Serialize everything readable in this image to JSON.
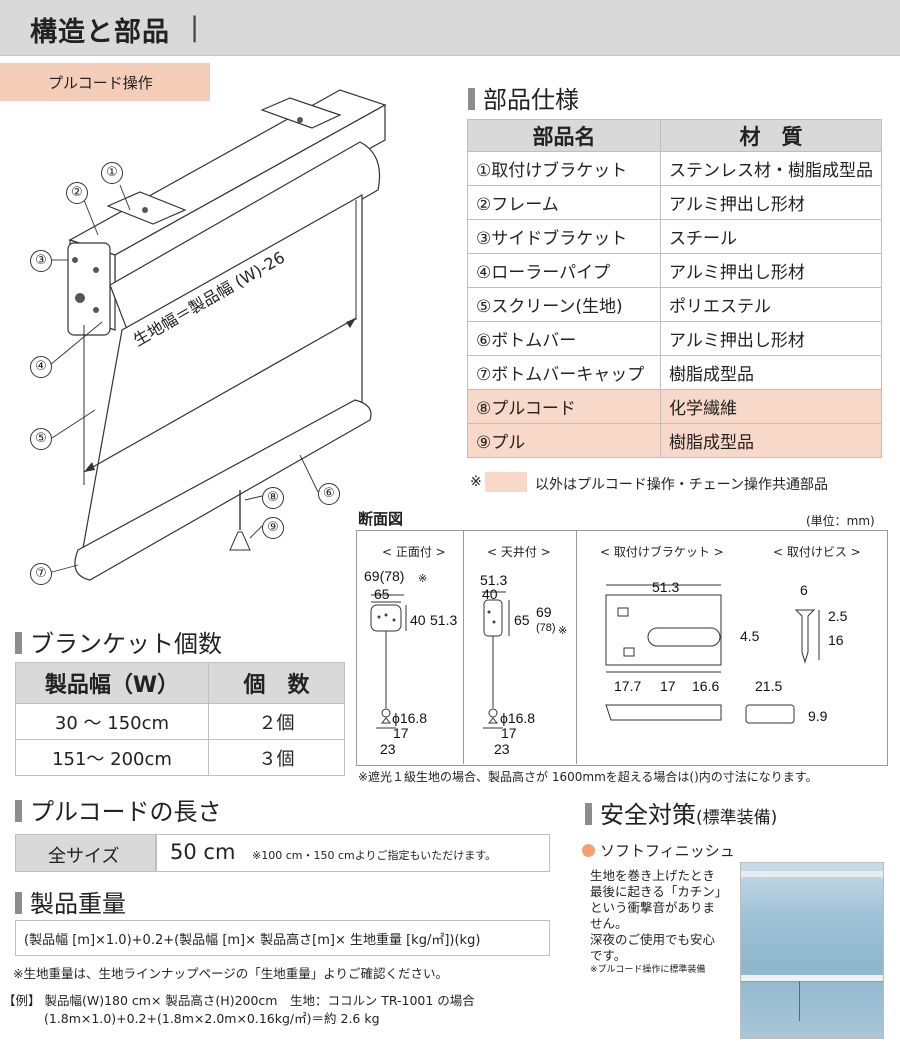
{
  "header": {
    "title": "構造と部品",
    "separator": "|"
  },
  "operation_badge": "プルコード操作",
  "diagram": {
    "width_label": "生地幅＝製品幅 (W)-26",
    "callouts": [
      "①",
      "②",
      "③",
      "④",
      "⑤",
      "⑥",
      "⑦",
      "⑧",
      "⑨"
    ]
  },
  "parts_spec": {
    "title": "部品仕様",
    "headers": [
      "部品名",
      "材　質"
    ],
    "rows": [
      {
        "name": "①取付けブラケット",
        "material": "ステンレス材・樹脂成型品"
      },
      {
        "name": "②フレーム",
        "material": "アルミ押出し形材"
      },
      {
        "name": "③サイドブラケット",
        "material": "スチール"
      },
      {
        "name": "④ローラーパイプ",
        "material": "アルミ押出し形材"
      },
      {
        "name": "⑤スクリーン(生地)",
        "material": "ポリエステル"
      },
      {
        "name": "⑥ボトムバー",
        "material": "アルミ押出し形材"
      },
      {
        "name": "⑦ボトムバーキャップ",
        "material": "樹脂成型品"
      },
      {
        "name": "⑧プルコード",
        "material": "化学繊維"
      },
      {
        "name": "⑨プル",
        "material": "樹脂成型品"
      }
    ],
    "note_mark": "※",
    "note": "以外はプルコード操作・チェーン操作共通部品",
    "highlight_color": "#f8d8c8"
  },
  "cross_section": {
    "title": "断面図",
    "unit": "(単位：mm)",
    "panels": [
      "< 正面付 >",
      "< 天井付 >",
      "< 取付けブラケット >",
      "< 取付けビス >"
    ],
    "front": {
      "w_top": "69(78)",
      "mark": "※",
      "w": "65",
      "h1": "40",
      "h2": "51.3",
      "phi": "ϕ16.8",
      "c1": "17",
      "c2": "23"
    },
    "ceiling": {
      "w_top": "51.3",
      "w": "40",
      "h1": "65",
      "h2": "69",
      "h2b": "(78)",
      "mark": "※",
      "phi": "ϕ16.8",
      "c1": "17",
      "c2": "23"
    },
    "bracket": {
      "w": "51.3",
      "h": "4.5",
      "b1": "17.7",
      "b2": "17",
      "b3": "16.6",
      "cap_w": "21.5",
      "cap_h": "9.9"
    },
    "screw": {
      "d": "6",
      "h1": "2.5",
      "h2": "16"
    },
    "footnote": "※遮光１級生地の場合、製品高さが 1600mmを超える場合は()内の寸法になります。"
  },
  "bracket_count": {
    "title": "ブランケット個数",
    "headers": [
      "製品幅（W）",
      "個　数"
    ],
    "rows": [
      {
        "range": "30 ～ 150cm",
        "count": "２個"
      },
      {
        "range": "151～ 200cm",
        "count": "３個"
      }
    ]
  },
  "pull_cord": {
    "title": "プルコードの長さ",
    "label": "全サイズ",
    "value": "50 cm",
    "note": "※100 cm・150 cmよりご指定もいただけます。"
  },
  "weight": {
    "title": "製品重量",
    "formula": "(製品幅 [m]×1.0)+0.2+(製品幅 [m]× 製品高さ[m]× 生地重量 [kg/㎡])(kg)",
    "note": "※生地重量は、生地ラインナップページの「生地重量」よりご確認ください。",
    "example_line1": "【例】 製品幅(W)180 cm× 製品高さ(H)200cm　生地：ココルン TR-1001 の場合",
    "example_line2": "(1.8m×1.0)+0.2+(1.8m×2.0m×0.16kg/㎡)＝約 2.6 kg"
  },
  "safety": {
    "title": "安全対策",
    "title_sub": "(標準装備)",
    "feature": "ソフトフィニッシュ",
    "desc": [
      "生地を巻き上げたとき",
      "最後に起きる「カチン」",
      "という衝撃音がありま",
      "せん。",
      "深夜のご使用でも安心",
      "です。"
    ],
    "small_note": "※プルコード操作に標準装備",
    "dot_color": "#f4a070"
  }
}
